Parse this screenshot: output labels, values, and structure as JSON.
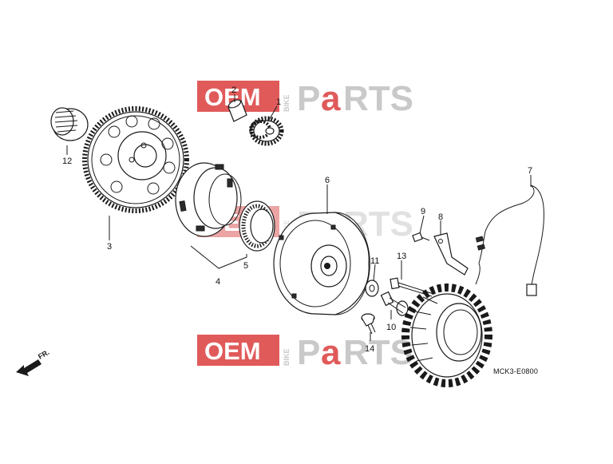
{
  "diagram": {
    "code": "MCK3-E0800",
    "front_marker": "FR.",
    "callouts": [
      "1",
      "2",
      "3",
      "4",
      "5",
      "6",
      "7",
      "8",
      "9",
      "10",
      "11",
      "12",
      "13",
      "14"
    ]
  },
  "watermark": {
    "left": "OEM",
    "vertical": "BIKE",
    "right_prefix": "P",
    "right_accent": "a",
    "right_suffix": "RTS",
    "accent_color": "#e05a5a"
  }
}
